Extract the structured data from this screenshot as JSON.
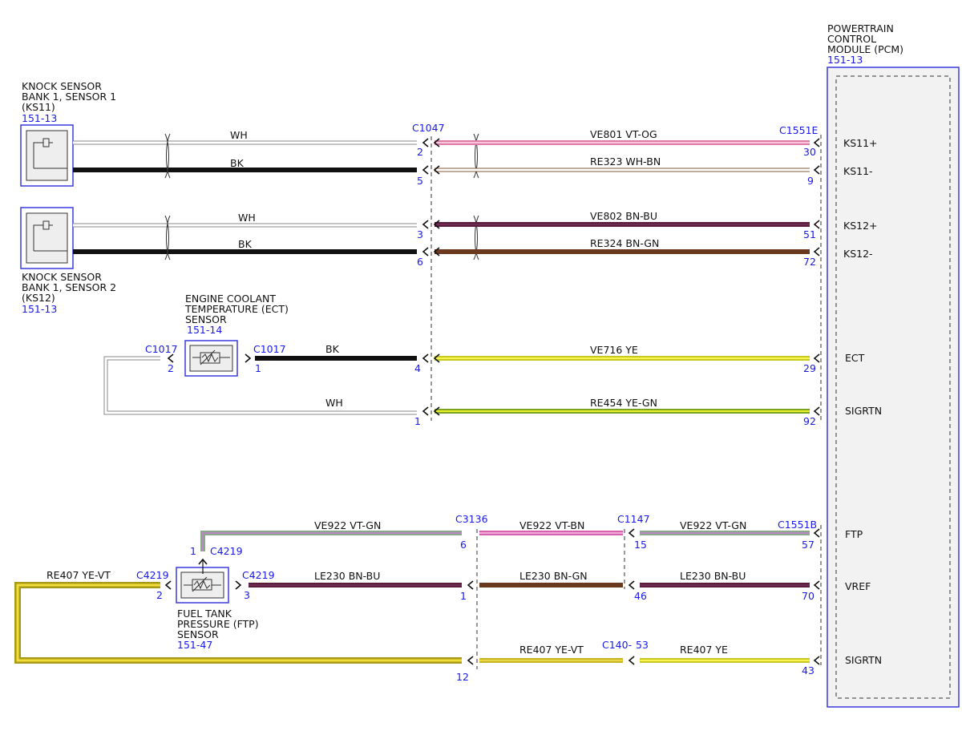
{
  "pcm": {
    "name_lines": [
      "POWERTRAIN",
      "CONTROL",
      "MODULE (PCM)"
    ],
    "ref": "151-13",
    "pins": [
      "KS11+",
      "KS11-",
      "KS12+",
      "KS12-",
      "ECT",
      "SIGRTN",
      "FTP",
      "VREF",
      "SIGRTN"
    ]
  },
  "ks11": {
    "name_lines": [
      "KNOCK SENSOR",
      "BANK 1, SENSOR 1",
      "(KS11)"
    ],
    "ref": "151-13",
    "wire_top": "WH",
    "wire_bottom": "BK"
  },
  "ks12": {
    "name_lines": [
      "KNOCK SENSOR",
      "BANK 1, SENSOR 2",
      "(KS12)"
    ],
    "ref": "151-13",
    "wire_top": "WH",
    "wire_bottom": "BK"
  },
  "ect": {
    "name_lines": [
      "ENGINE COOLANT",
      "TEMPERATURE (ECT)",
      "SENSOR"
    ],
    "ref": "151-14",
    "left_connector": "C1017",
    "left_pin": "2",
    "right_connector": "C1017",
    "right_pin": "1",
    "wire_bk": "BK",
    "wire_wh": "WH"
  },
  "ftp": {
    "name_lines": [
      "FUEL TANK",
      "PRESSURE (FTP)",
      "SENSOR"
    ],
    "ref": "151-47",
    "top_pin": "1",
    "top_connector": "C4219",
    "left_connector": "C4219",
    "left_pin": "2",
    "right_connector": "C4219",
    "right_pin": "3",
    "left_wire": "RE407  YE-VT"
  },
  "connectors": {
    "c1047": "C1047",
    "c1551e": "C1551E",
    "c3136": "C3136",
    "c1147": "C1147",
    "c1551b": "C1551B",
    "c140": "C140-"
  },
  "c1047_pins": [
    "2",
    "5",
    "3",
    "6",
    "4",
    "1"
  ],
  "c1551e_pins": [
    "30",
    "9",
    "51",
    "72",
    "29",
    "92"
  ],
  "upper_circuits": [
    "VE801  VT-OG",
    "RE323  WH-BN",
    "VE802  BN-BU",
    "RE324  BN-GN",
    "VE716  YE",
    "RE454  YE-GN"
  ],
  "ftp_row": {
    "seg1": "VE922  VT-GN",
    "pin_c3136": "6",
    "seg2": "VE922  VT-BN",
    "pin_c1147": "15",
    "seg3": "VE922  VT-GN",
    "pin_c1551b": "57"
  },
  "vref_row": {
    "seg1": "LE230  BN-BU",
    "pin_c3136": "1",
    "seg2": "LE230  BN-GN",
    "pin_c1147": "46",
    "seg3": "LE230  BN-BU",
    "pin_c1551b": "70"
  },
  "sigrtn2_row": {
    "pin_c3136": "12",
    "seg2": "RE407  YE-VT",
    "pin_c140": "53",
    "seg3": "RE407  YE",
    "pin_c1551b": "43"
  },
  "wire_colors": {
    "VT-OG": [
      "#e27aa8",
      "#f6c6da"
    ],
    "WH-BN": [
      "#ffffff",
      "#8a5a3a"
    ],
    "BN-BU": [
      "#5a1e3c",
      "#6e2a55"
    ],
    "BN-GN": [
      "#6b3a1e",
      "#7a4a28"
    ],
    "YE": [
      "#ecec28",
      "#f6f660"
    ],
    "YE-GN": [
      "#e4ea2a",
      "#7aa21e"
    ],
    "VT-GN": [
      "#b88ac0",
      "#8aa88a"
    ],
    "VT-BN": [
      "#d860b0",
      "#f2aad6"
    ],
    "YE-VT": [
      "#d8c41e",
      "#c8b424"
    ],
    "WH": [
      "#ffffff",
      "#bbbbbb"
    ],
    "BK": [
      "#111111",
      "#111111"
    ]
  }
}
